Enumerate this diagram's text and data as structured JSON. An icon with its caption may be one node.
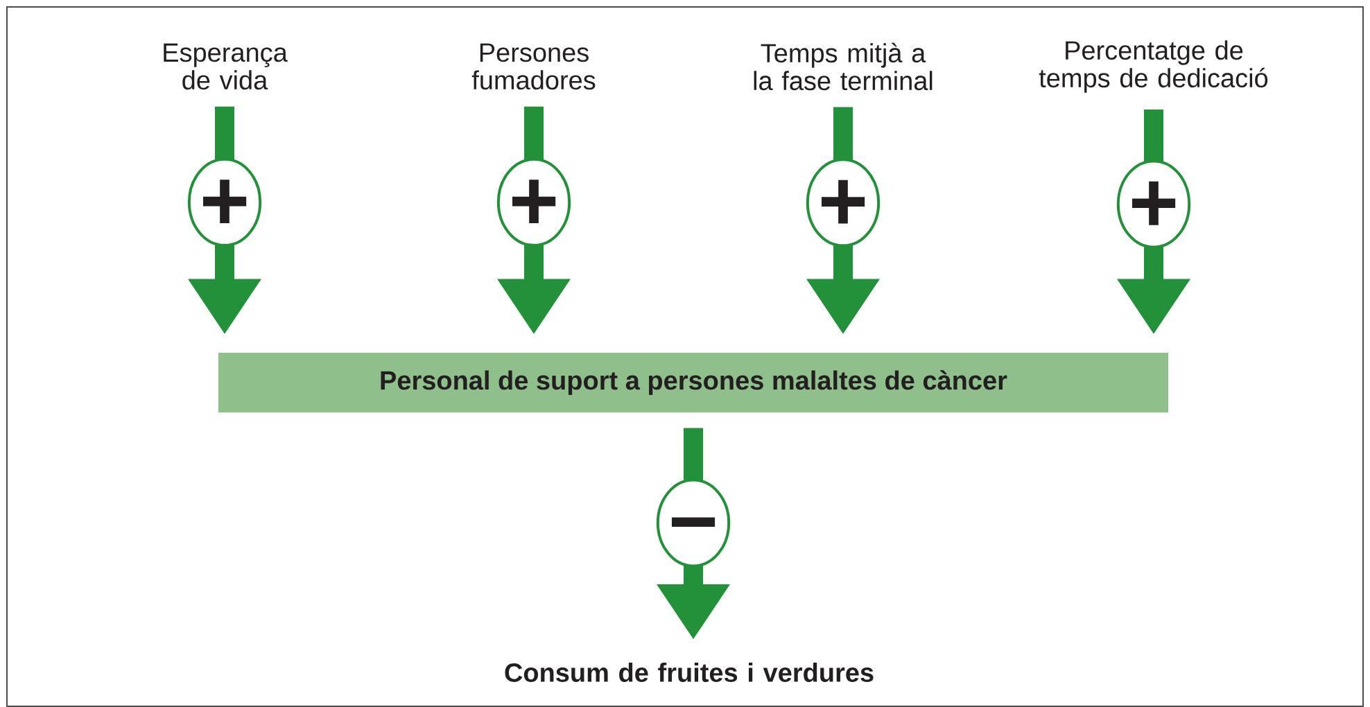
{
  "diagram": {
    "nodes": [
      {
        "text": [
          "Esperança de vida"
        ]
      },
      {
        "text": [
          "Persones fumadores"
        ]
      },
      {
        "text": [
          "Temps mitjà a la fase terminal"
        ]
      },
      {
        "text": [
          "Percentatge de temps de dedicació"
        ]
      },
      {
        "text": [
          "Personal de suport a persones malaltes de càncer"
        ]
      },
      {
        "text": [
          "Consum de fruites i verdures"
        ]
      }
    ],
    "edges": [
      {
        "from": 0,
        "to": 4,
        "arrow": "to",
        "label": "+"
      },
      {
        "from": 1,
        "to": 4,
        "arrow": "to",
        "label": "+"
      },
      {
        "from": 2,
        "to": 4,
        "arrow": "to",
        "label": "+"
      },
      {
        "from": 3,
        "to": 4,
        "arrow": "to",
        "label": "+"
      },
      {
        "from": 4,
        "to": 5,
        "arrow": "to",
        "label": "−"
      }
    ]
  }
}
